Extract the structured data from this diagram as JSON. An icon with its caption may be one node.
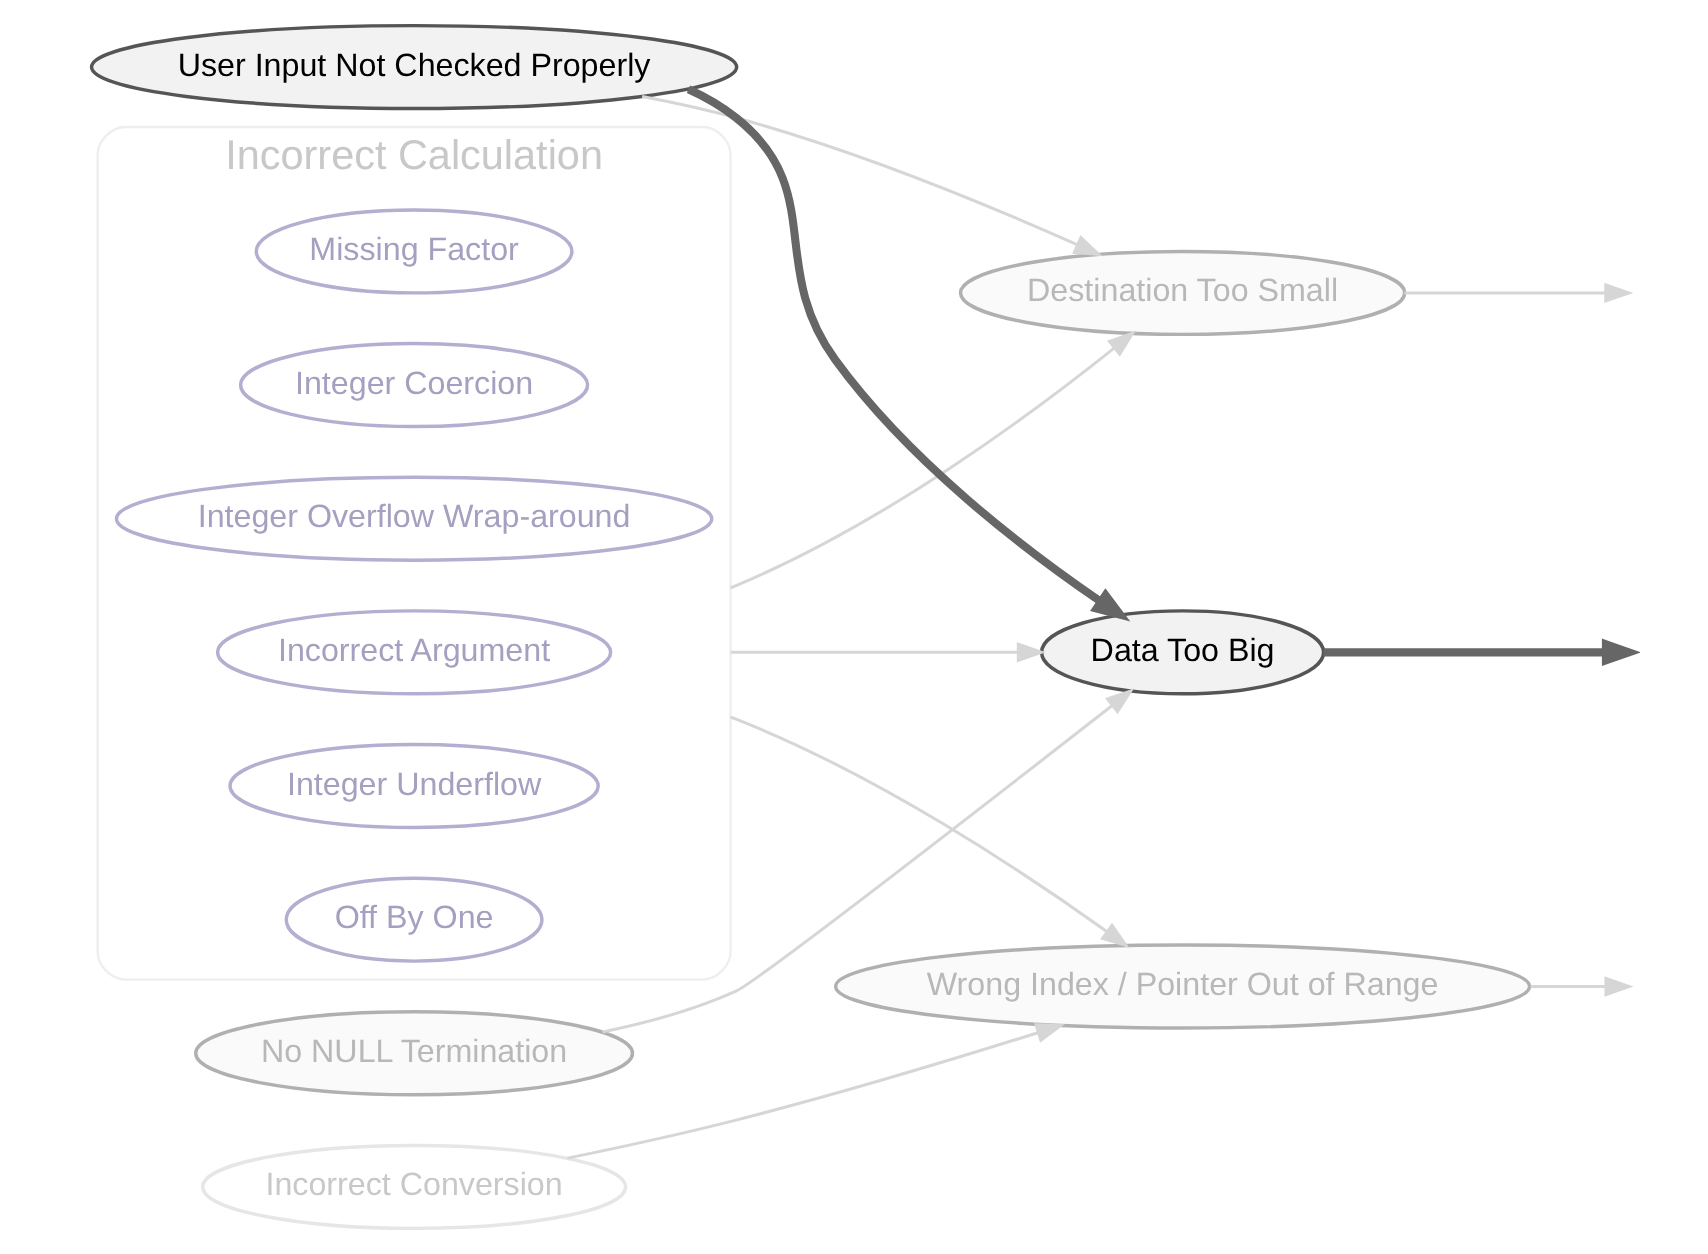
{
  "diagram": {
    "nodes": [
      {
        "text": [
          "Incorrect Calculation"
        ]
      },
      {
        "text": [
          "Missing Factor"
        ],
        "in": 0
      },
      {
        "text": [
          "Integer Coercion"
        ],
        "in": 0
      },
      {
        "text": [
          "Integer Overflow Wrap-around"
        ],
        "in": 0
      },
      {
        "text": [
          "Incorrect Argument"
        ],
        "in": 0
      },
      {
        "text": [
          "Integer Underflow"
        ],
        "in": 0
      },
      {
        "text": [
          "Off By One"
        ],
        "in": 0
      },
      {
        "text": [
          "Destination Too Small"
        ]
      },
      {
        "text": [
          "User Input Not Checked Properly"
        ]
      },
      {
        "text": [
          "Data Too Big"
        ]
      },
      {
        "text": [
          "No NULL Termination"
        ]
      },
      {
        "text": [
          "Wrong Index / Pointer Out of Range"
        ]
      },
      {
        "text": [
          "Incorrect Conversion"
        ]
      }
    ],
    "edges": [
      {
        "from": 0,
        "to": 7,
        "arrow": "to"
      },
      {
        "from": 8,
        "to": 7,
        "arrow": "to"
      },
      {
        "from": 8,
        "to": 9,
        "arrow": "to",
        "style": "thick",
        "color": "#666666"
      },
      {
        "from": 0,
        "to": 9,
        "arrow": "to"
      },
      {
        "from": 10,
        "to": 9,
        "arrow": "to"
      },
      {
        "from": 0,
        "to": 11,
        "arrow": "to"
      },
      {
        "from": 12,
        "to": 11,
        "arrow": "to"
      },
      {
        "from": 7,
        "to": null,
        "arrow": "to"
      },
      {
        "from": 9,
        "to": null,
        "arrow": "to",
        "style": "thick",
        "color": "#666666"
      },
      {
        "from": 11,
        "to": null,
        "arrow": "to"
      }
    ]
  }
}
